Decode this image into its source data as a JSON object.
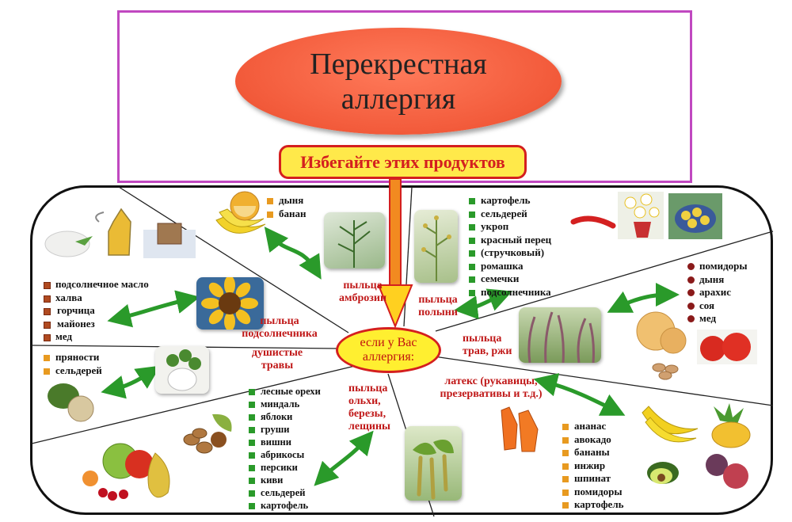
{
  "header": {
    "title_line1": "Перекрестная",
    "title_line2": "аллергия",
    "avoid_label": "Избегайте этих продуктов"
  },
  "center": {
    "line1": "если у Вас",
    "line2": "аллергия:"
  },
  "colors": {
    "frame_border": "#c048c0",
    "title_fill": "#f25a3a",
    "banner_fill": "#ffe94a",
    "label_red": "#c01818",
    "arrow_green": "#2a9a2a"
  },
  "sections": {
    "ambrosia": {
      "label_line1": "пыльца",
      "label_line2": "амброзии",
      "products": [
        "дыня",
        "банан"
      ]
    },
    "wormwood": {
      "label_line1": "пыльца",
      "label_line2": "полыни",
      "products": [
        "картофель",
        "сельдерей",
        "укроп",
        "красный перец",
        "(стручковый)",
        "ромашка",
        "семечки",
        "подсолнечника"
      ]
    },
    "sunflower": {
      "label_line1": "пыльца",
      "label_line2": "подсолнечника",
      "products": [
        "подсолнечное масло",
        "халва",
        "горчица",
        "майонез",
        "мед"
      ]
    },
    "grasses": {
      "label_line1": "пыльца",
      "label_line2": "трав, ржи",
      "products": [
        "помидоры",
        "дыня",
        "арахис",
        "соя",
        "мед"
      ]
    },
    "herbs": {
      "label_line1": "душистые",
      "label_line2": "травы",
      "products": [
        "пряности",
        "сельдерей"
      ]
    },
    "trees": {
      "label_line1": "пыльца",
      "label_line2": "ольхи,",
      "label_line3": "березы,",
      "label_line4": "лещины",
      "products": [
        "лесные орехи",
        "миндаль",
        "яблоки",
        "груши",
        "вишни",
        "абрикосы",
        "персики",
        "киви",
        "сельдерей",
        "картофель"
      ]
    },
    "latex": {
      "label_line1": "латекс (рукавицы,",
      "label_line2": "презервативы и т.д.)",
      "products": [
        "ананас",
        "авокадо",
        "бананы",
        "инжир",
        "шпинат",
        "помидоры",
        "картофель"
      ]
    }
  }
}
